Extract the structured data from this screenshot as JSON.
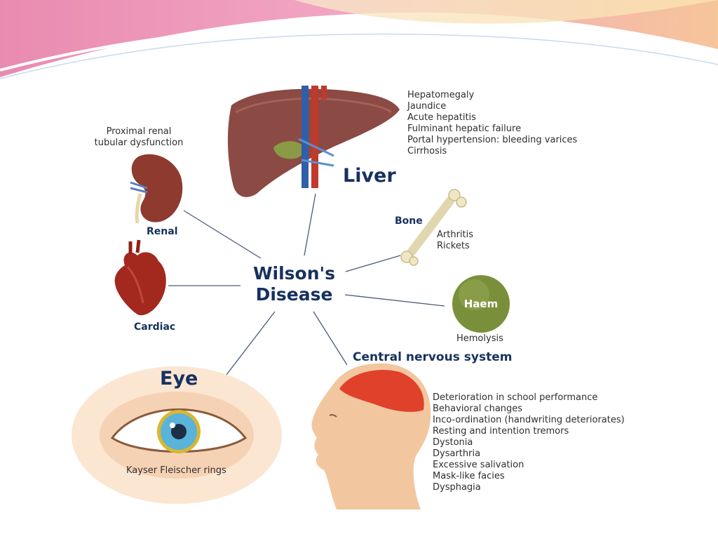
{
  "center": {
    "line1": "Wilson's",
    "line2": "Disease"
  },
  "liver": {
    "title": "Liver",
    "symptoms": [
      "Hepatomegaly",
      "Jaundice",
      "Acute hepatitis",
      "Fulminant hepatic failure",
      "Portal hypertension: bleeding varices",
      "Cirrhosis"
    ]
  },
  "renal": {
    "title": "Renal",
    "line1": "Proximal renal",
    "line2": "tubular dysfunction"
  },
  "cardiac": {
    "title": "Cardiac"
  },
  "bone": {
    "title": "Bone",
    "symptoms": [
      "Arthritis",
      "Rickets"
    ]
  },
  "haem": {
    "title": "Haem",
    "caption": "Hemolysis"
  },
  "eye": {
    "title": "Eye",
    "caption": "Kayser Fleischer rings"
  },
  "cns": {
    "title": "Central nervous system",
    "symptoms": [
      "Deterioration in school performance",
      "Behavioral changes",
      "Inco-ordination (handwriting deteriorates)",
      "Resting and intention tremors",
      "Dystonia",
      "Dysarthria",
      "Excessive salivation",
      "Mask-like facies",
      "Dysphagia"
    ]
  },
  "colors": {
    "heading": "#17315f",
    "liver": "#8b4a44",
    "haem": "#7a8f3a",
    "brain": "#e0412a",
    "iris": "#5ab3d8"
  }
}
